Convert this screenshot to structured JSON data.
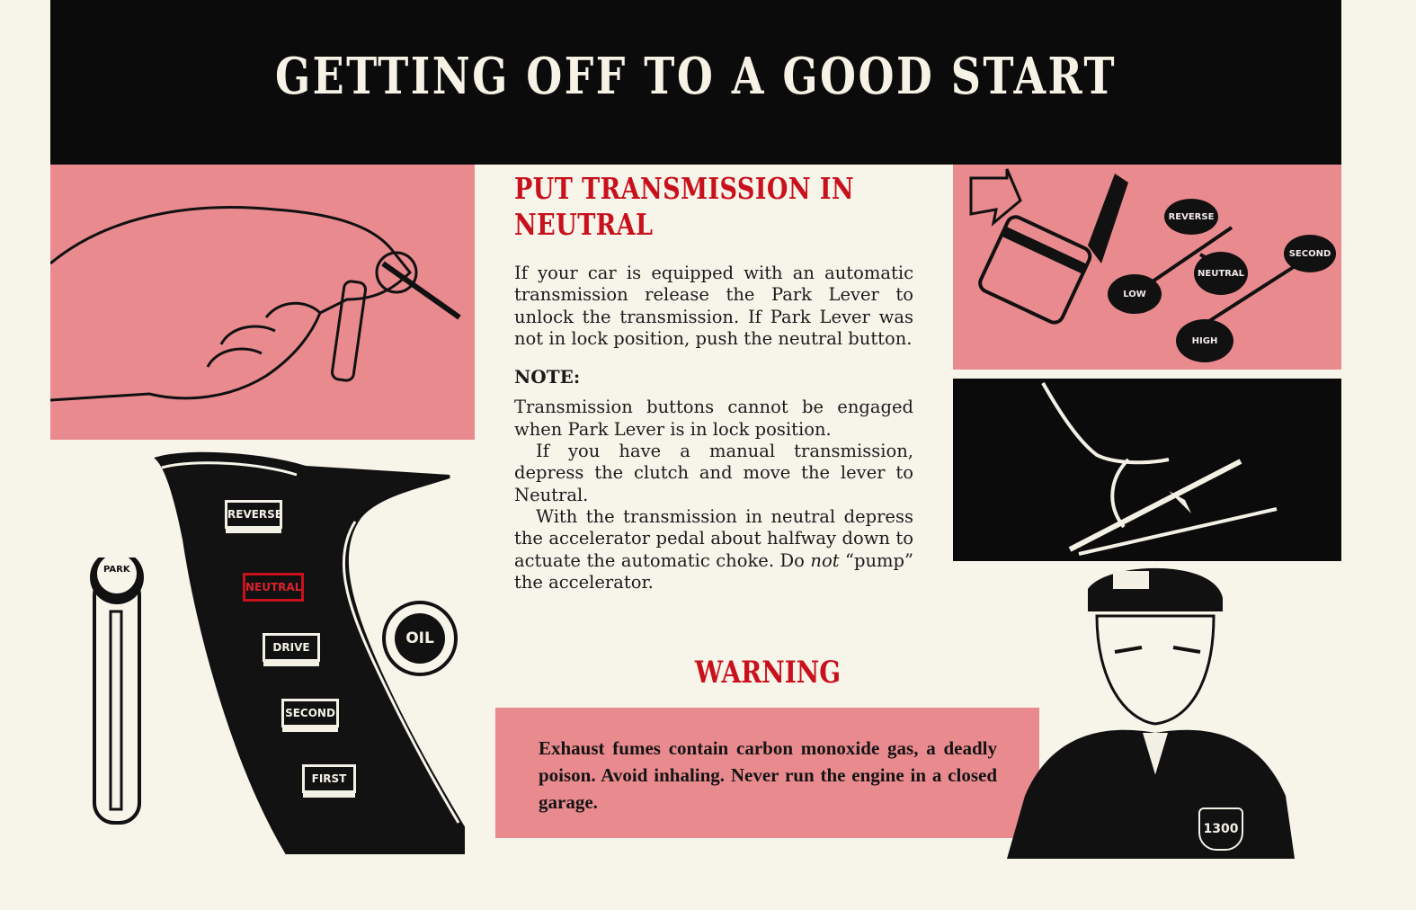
{
  "header": {
    "title": "GETTING OFF TO A GOOD START"
  },
  "section": {
    "heading_line1": "PUT TRANSMISSION IN",
    "heading_line2": "NEUTRAL",
    "intro": "If your car is equipped with an automatic transmission release the Park Lever to unlock the transmission. If Park Lever was not in lock position, push the neutral button.",
    "note_label": "NOTE:",
    "note_text": "Transmission buttons cannot be engaged when Park Lever is in lock position.",
    "manual_text": "If you have a manual transmission, depress the clutch and move the lever to Neutral.",
    "choke_text_before": "With the transmission in neutral depress the accelerator pedal about halfway down to actuate the automatic choke. Do ",
    "choke_text_emph": "not",
    "choke_text_after": " “pump” the accelerator."
  },
  "warning": {
    "label": "WARNING",
    "text": "Exhaust fumes contain carbon monoxide gas, a deadly poison. Avoid inhaling. Never run the engine in a closed garage."
  },
  "illustrations": {
    "dashboard_buttons": [
      "REVERSE",
      "NEUTRAL",
      "DRIVE",
      "SECOND",
      "FIRST"
    ],
    "active_button": "NEUTRAL",
    "oil_light": "OIL",
    "park_lever": "PARK",
    "shift_pattern": {
      "reverse": "REVERSE",
      "second": "SECOND",
      "neutral": "NEUTRAL",
      "low": "LOW",
      "high": "HIGH"
    },
    "officer_badge": "1300"
  },
  "colors": {
    "accent_red": "#c8111c",
    "pink_panel": "#e98a8e",
    "banner_black": "#0b0b0b",
    "paper": "#f7f4ea"
  }
}
